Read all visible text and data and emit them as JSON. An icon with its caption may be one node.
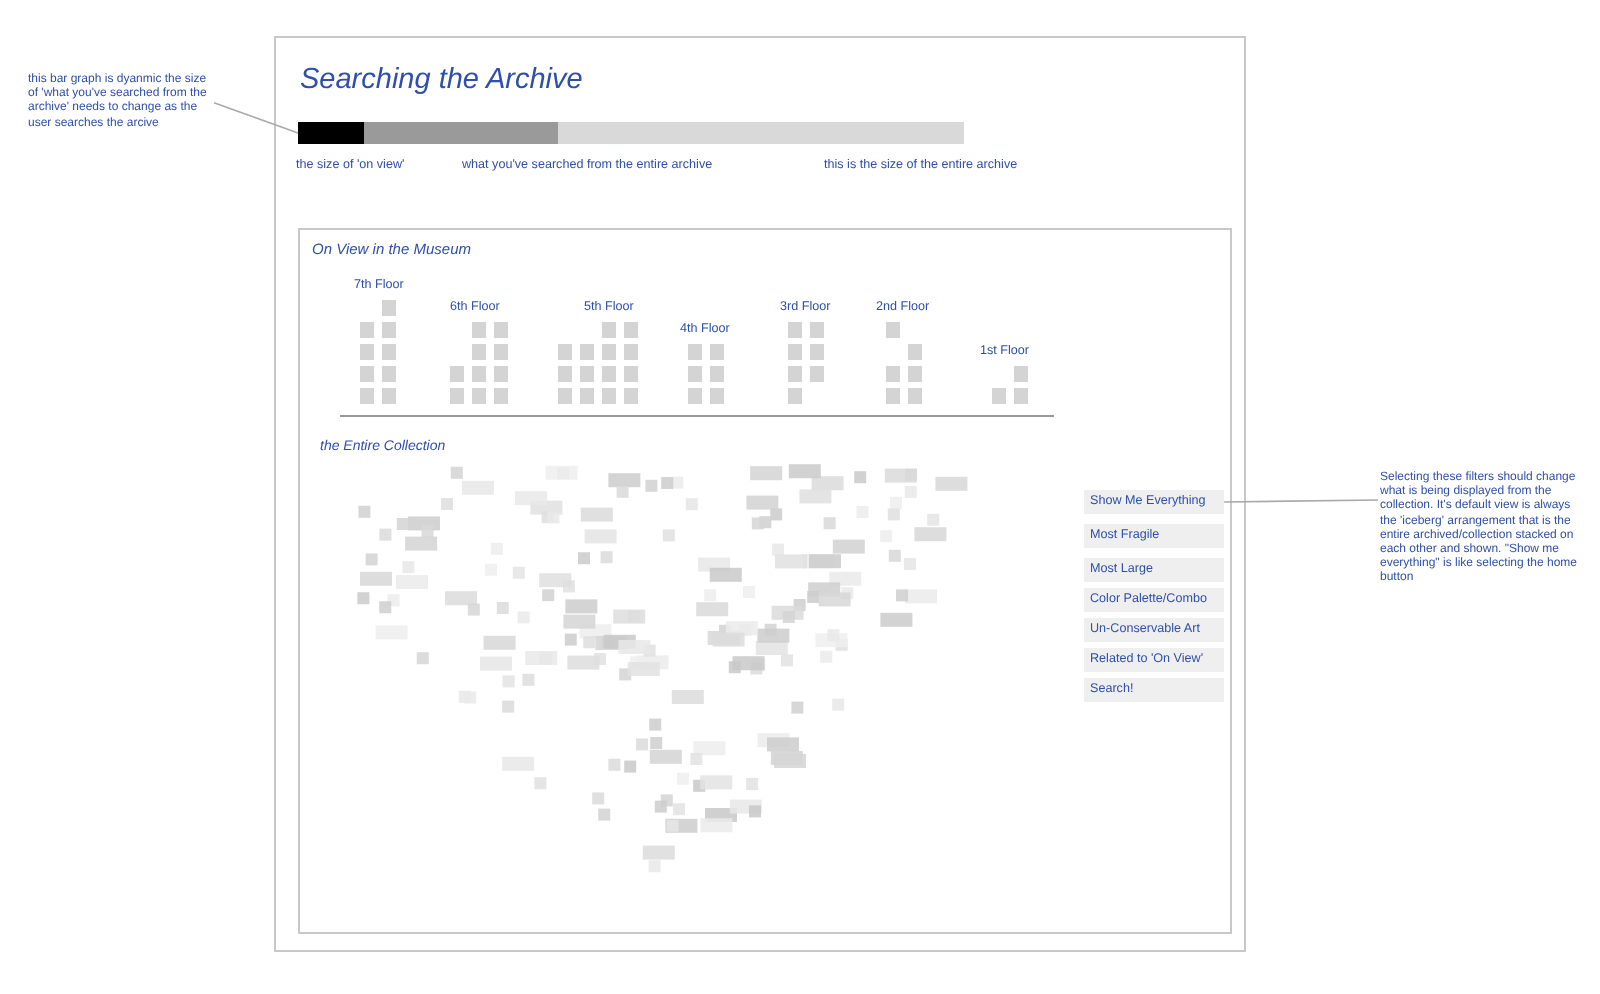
{
  "diagram": {
    "nodes": [
      {
        "text": [
          "this bar graph is dyanmic the size of 'what you've searched from the archive' needs to change as the user searches the arcive"
        ]
      },
      {
        "text": [
          "Searching the Archive"
        ]
      },
      {
        "text": [],
        "shape": "bar",
        "in": 1
      },
      {
        "text": [
          "On View in the Museum"
        ],
        "in": 1
      },
      {
        "text": [
          "Show Me Everything"
        ],
        "in": 3
      },
      {
        "text": [
          "Most Fragile"
        ],
        "in": 3
      },
      {
        "text": [
          "Most Large"
        ],
        "in": 3
      },
      {
        "text": [
          "Color Palette/Combo"
        ],
        "in": 3
      },
      {
        "text": [
          "Un-Conservable Art"
        ],
        "in": 3
      },
      {
        "text": [
          "Related to 'On View'"
        ],
        "in": 3
      },
      {
        "text": [
          "Search!"
        ],
        "in": 3
      },
      {
        "text": [
          "Selecting these filters should change what is being displayed from the collection. It's default view is always the 'iceberg' arrangement that is the entire archived/collection stacked on each other and shown. \"Show me everything\" is like selecting the home button"
        ]
      }
    ],
    "edges": [
      {
        "from": 0,
        "to": 2,
        "arrow": "none"
      },
      {
        "from": 11,
        "to": 4,
        "arrow": "none"
      }
    ],
    "labels": [
      "the size of 'on view'",
      "what you've searched from the entire archive",
      "this is the size of the entire archive",
      "7th Floor",
      "6th Floor",
      "5th Floor",
      "4th Floor",
      "3rd Floor",
      "2nd Floor",
      "1st Floor",
      "the Entire Collection"
    ]
  }
}
